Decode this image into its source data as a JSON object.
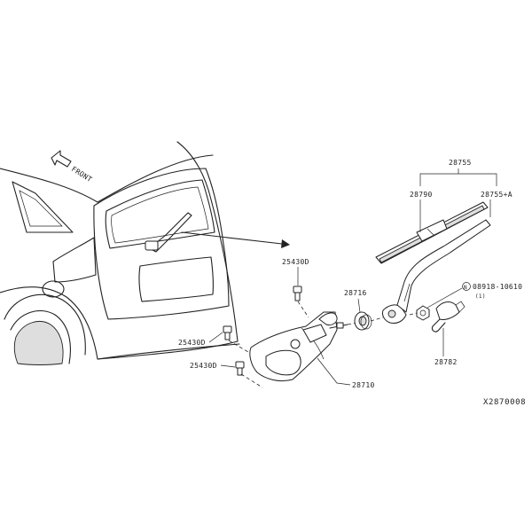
{
  "diagram": {
    "orientation_label": "FRONT",
    "diagram_code": "X2870008",
    "parts": {
      "blade_assembly": "28755",
      "blade_refill": "28790",
      "arm": "28755+A",
      "nut": "08918-10610",
      "nut_qty": "(1)",
      "nut_prefix_symbol": "N",
      "cap": "28782",
      "pivot_seal": "28716",
      "motor": "28710",
      "bolt_top": "25430D",
      "bolt_middle": "25430D",
      "bolt_bottom": "25430D"
    }
  }
}
